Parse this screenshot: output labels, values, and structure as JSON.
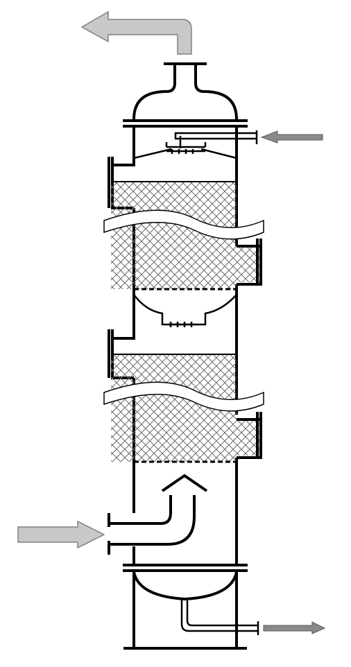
{
  "diagram": {
    "kind": "packed column schematic",
    "colors": {
      "background": "#ffffff",
      "line": "#000000",
      "packing_hatch": "#6a6a6a",
      "vapor_arrow": "#c8c8c8",
      "liquid_arrow": "#8a8a8a"
    },
    "icons": [
      "vapor-outlet-arrow",
      "liquid-inlet-arrow",
      "feed-inlet-arrow",
      "bottoms-outlet-arrow"
    ],
    "packing_beds": 2,
    "distributors": 2
  }
}
